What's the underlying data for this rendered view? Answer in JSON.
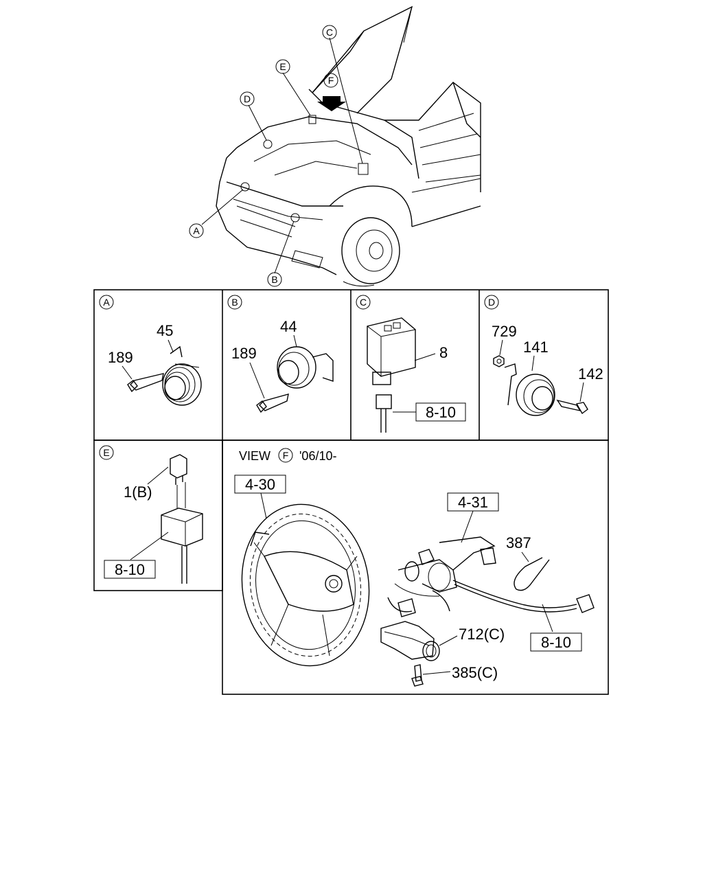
{
  "callouts": {
    "A": "A",
    "B": "B",
    "C": "C",
    "D": "D",
    "E": "E",
    "F": "F"
  },
  "panels": {
    "A": {
      "tag": "A",
      "part_a": "45",
      "part_b": "189"
    },
    "B": {
      "tag": "B",
      "part_a": "44",
      "part_b": "189"
    },
    "C": {
      "tag": "C",
      "part_a": "8",
      "part_b": "8-10"
    },
    "D": {
      "tag": "D",
      "part_a": "729",
      "part_b": "141",
      "part_c": "142"
    },
    "E": {
      "tag": "E",
      "part_a": "1(B)",
      "part_b": "8-10"
    },
    "F": {
      "view_prefix": "VIEW",
      "view_tag": "F",
      "view_date": "'06/10-",
      "ref_wheel": "4-30",
      "ref_column": "4-31",
      "part_tie": "387",
      "part_switch": "712(C)",
      "part_screw": "385(C)",
      "ref_harness": "8-10"
    }
  }
}
